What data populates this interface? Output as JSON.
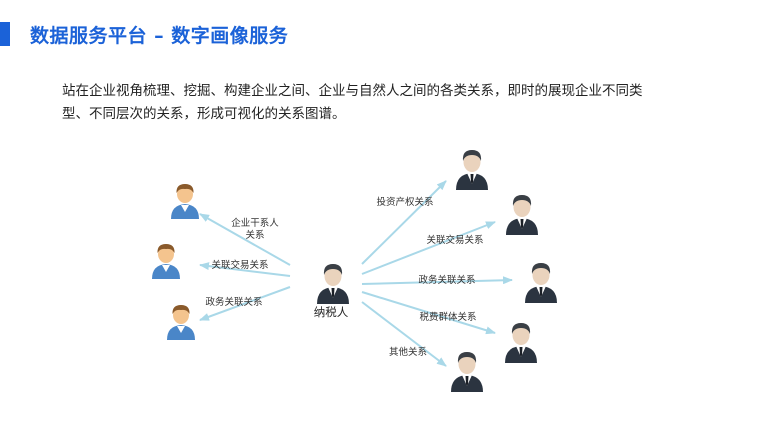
{
  "header": {
    "title": "数据服务平台 – 数字画像服务",
    "description_line1": "站在企业视角梳理、挖掘、构建企业之间、企业与自然人之间的各类关系，即时的展现企业不同类",
    "description_line2": "型、不同层次的关系，形成可视化的关系图谱。"
  },
  "diagram": {
    "center_label": "纳税人",
    "left_relations": [
      {
        "line1": "企业干系人",
        "line2": "关系"
      },
      {
        "line1": "关联交易关系",
        "line2": ""
      },
      {
        "line1": "政务关联关系",
        "line2": ""
      }
    ],
    "right_relations": [
      {
        "label": "投资产权关系"
      },
      {
        "label": "关联交易关系"
      },
      {
        "label": "政务关联关系"
      },
      {
        "label": "税费群体关系"
      },
      {
        "label": "其他关系"
      }
    ],
    "colors": {
      "arrow": "#a9d8e8",
      "accent": "#1b62d8",
      "employee_shirt": "#4a86c8",
      "employee_hair": "#8a5a2b",
      "business_suit": "#2b3440"
    }
  }
}
